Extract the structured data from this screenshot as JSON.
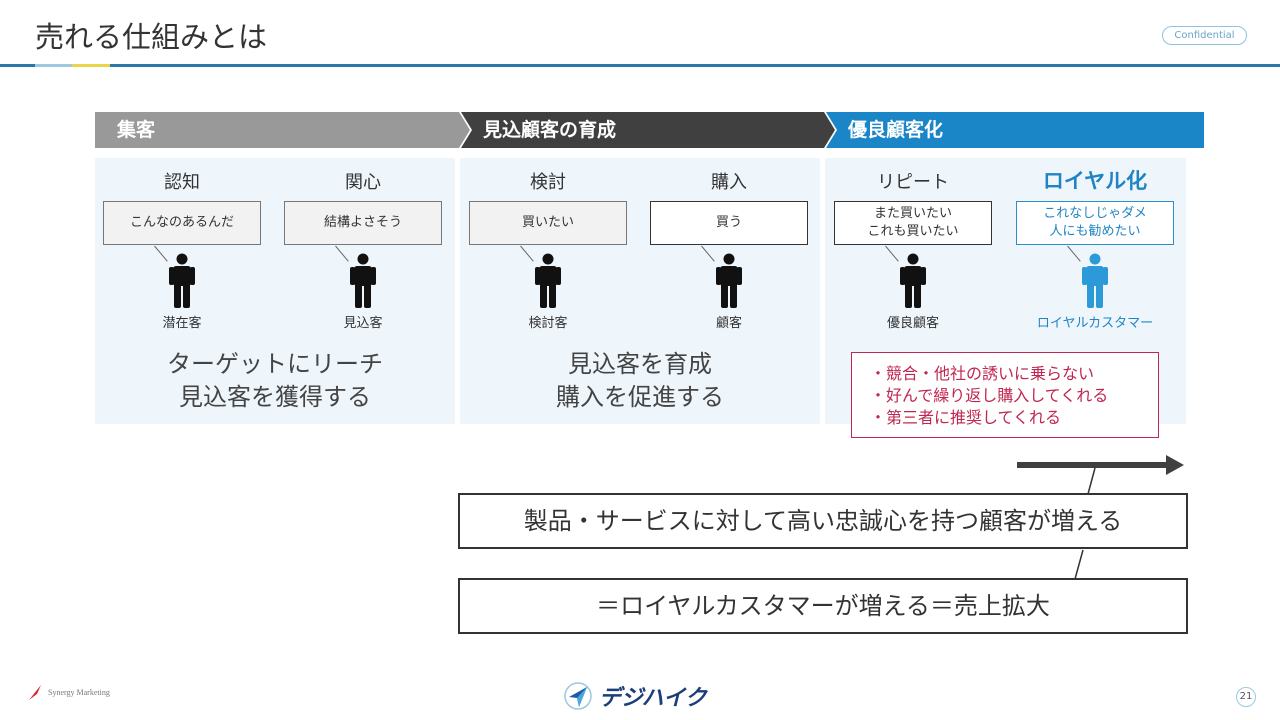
{
  "header": {
    "title": "売れる仕組みとは",
    "badge": "Confidential"
  },
  "phases": [
    "集客",
    "見込顧客の育成",
    "優良顧客化"
  ],
  "stages": [
    {
      "name": "認知",
      "bubble": "こんなのあるんだ",
      "person": "潜在客"
    },
    {
      "name": "関心",
      "bubble": "結構よさそう",
      "person": "見込客"
    },
    {
      "name": "検討",
      "bubble": "買いたい",
      "person": "検討客"
    },
    {
      "name": "購入",
      "bubble": "買う",
      "person": "顧客"
    },
    {
      "name": "リピート",
      "bubble": "また買いたい\nこれも買いたい",
      "person": "優良顧客"
    },
    {
      "name": "ロイヤル化",
      "bubble": "これなしじゃダメ\n人にも勧めたい",
      "person": "ロイヤルカスタマー"
    }
  ],
  "summaries": [
    [
      "ターゲットにリーチ",
      "見込客を獲得する"
    ],
    [
      "見込客を育成",
      "購入を促進する"
    ]
  ],
  "loyal_points": [
    "・競合・他社の誘いに乗らない",
    "・好んで繰り返し購入してくれる",
    "・第三者に推奨してくれる"
  ],
  "conclusion1": "製品・サービスに対して高い忠誠心を持つ顧客が増える",
  "conclusion2": "＝ロイヤルカスタマーが増える＝売上拡大",
  "footer": {
    "left_logo": "Synergy Marketing",
    "center_logo": "デジハイク",
    "page": "21"
  },
  "colors": {
    "accent": "#1a86c7",
    "red": "#c0264f"
  }
}
